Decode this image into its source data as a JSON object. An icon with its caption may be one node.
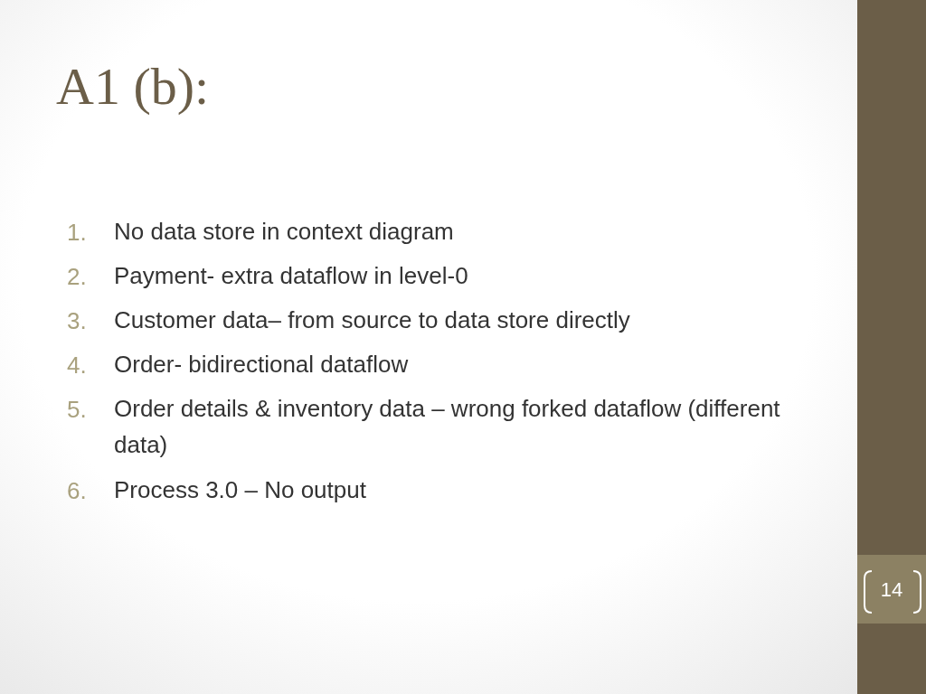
{
  "diagram": {
    "title": "A1 (b):",
    "labels": [
      "1.",
      "No data store in context diagram",
      "2.",
      "Payment- extra dataflow in level-0",
      "3.",
      "Customer data– from source to data store directly",
      "4.",
      "Order- bidirectional dataflow",
      "5.",
      "Order details & inventory data – wrong forked dataflow (different data)",
      "6.",
      "Process 3.0 – No output",
      "14"
    ]
  }
}
